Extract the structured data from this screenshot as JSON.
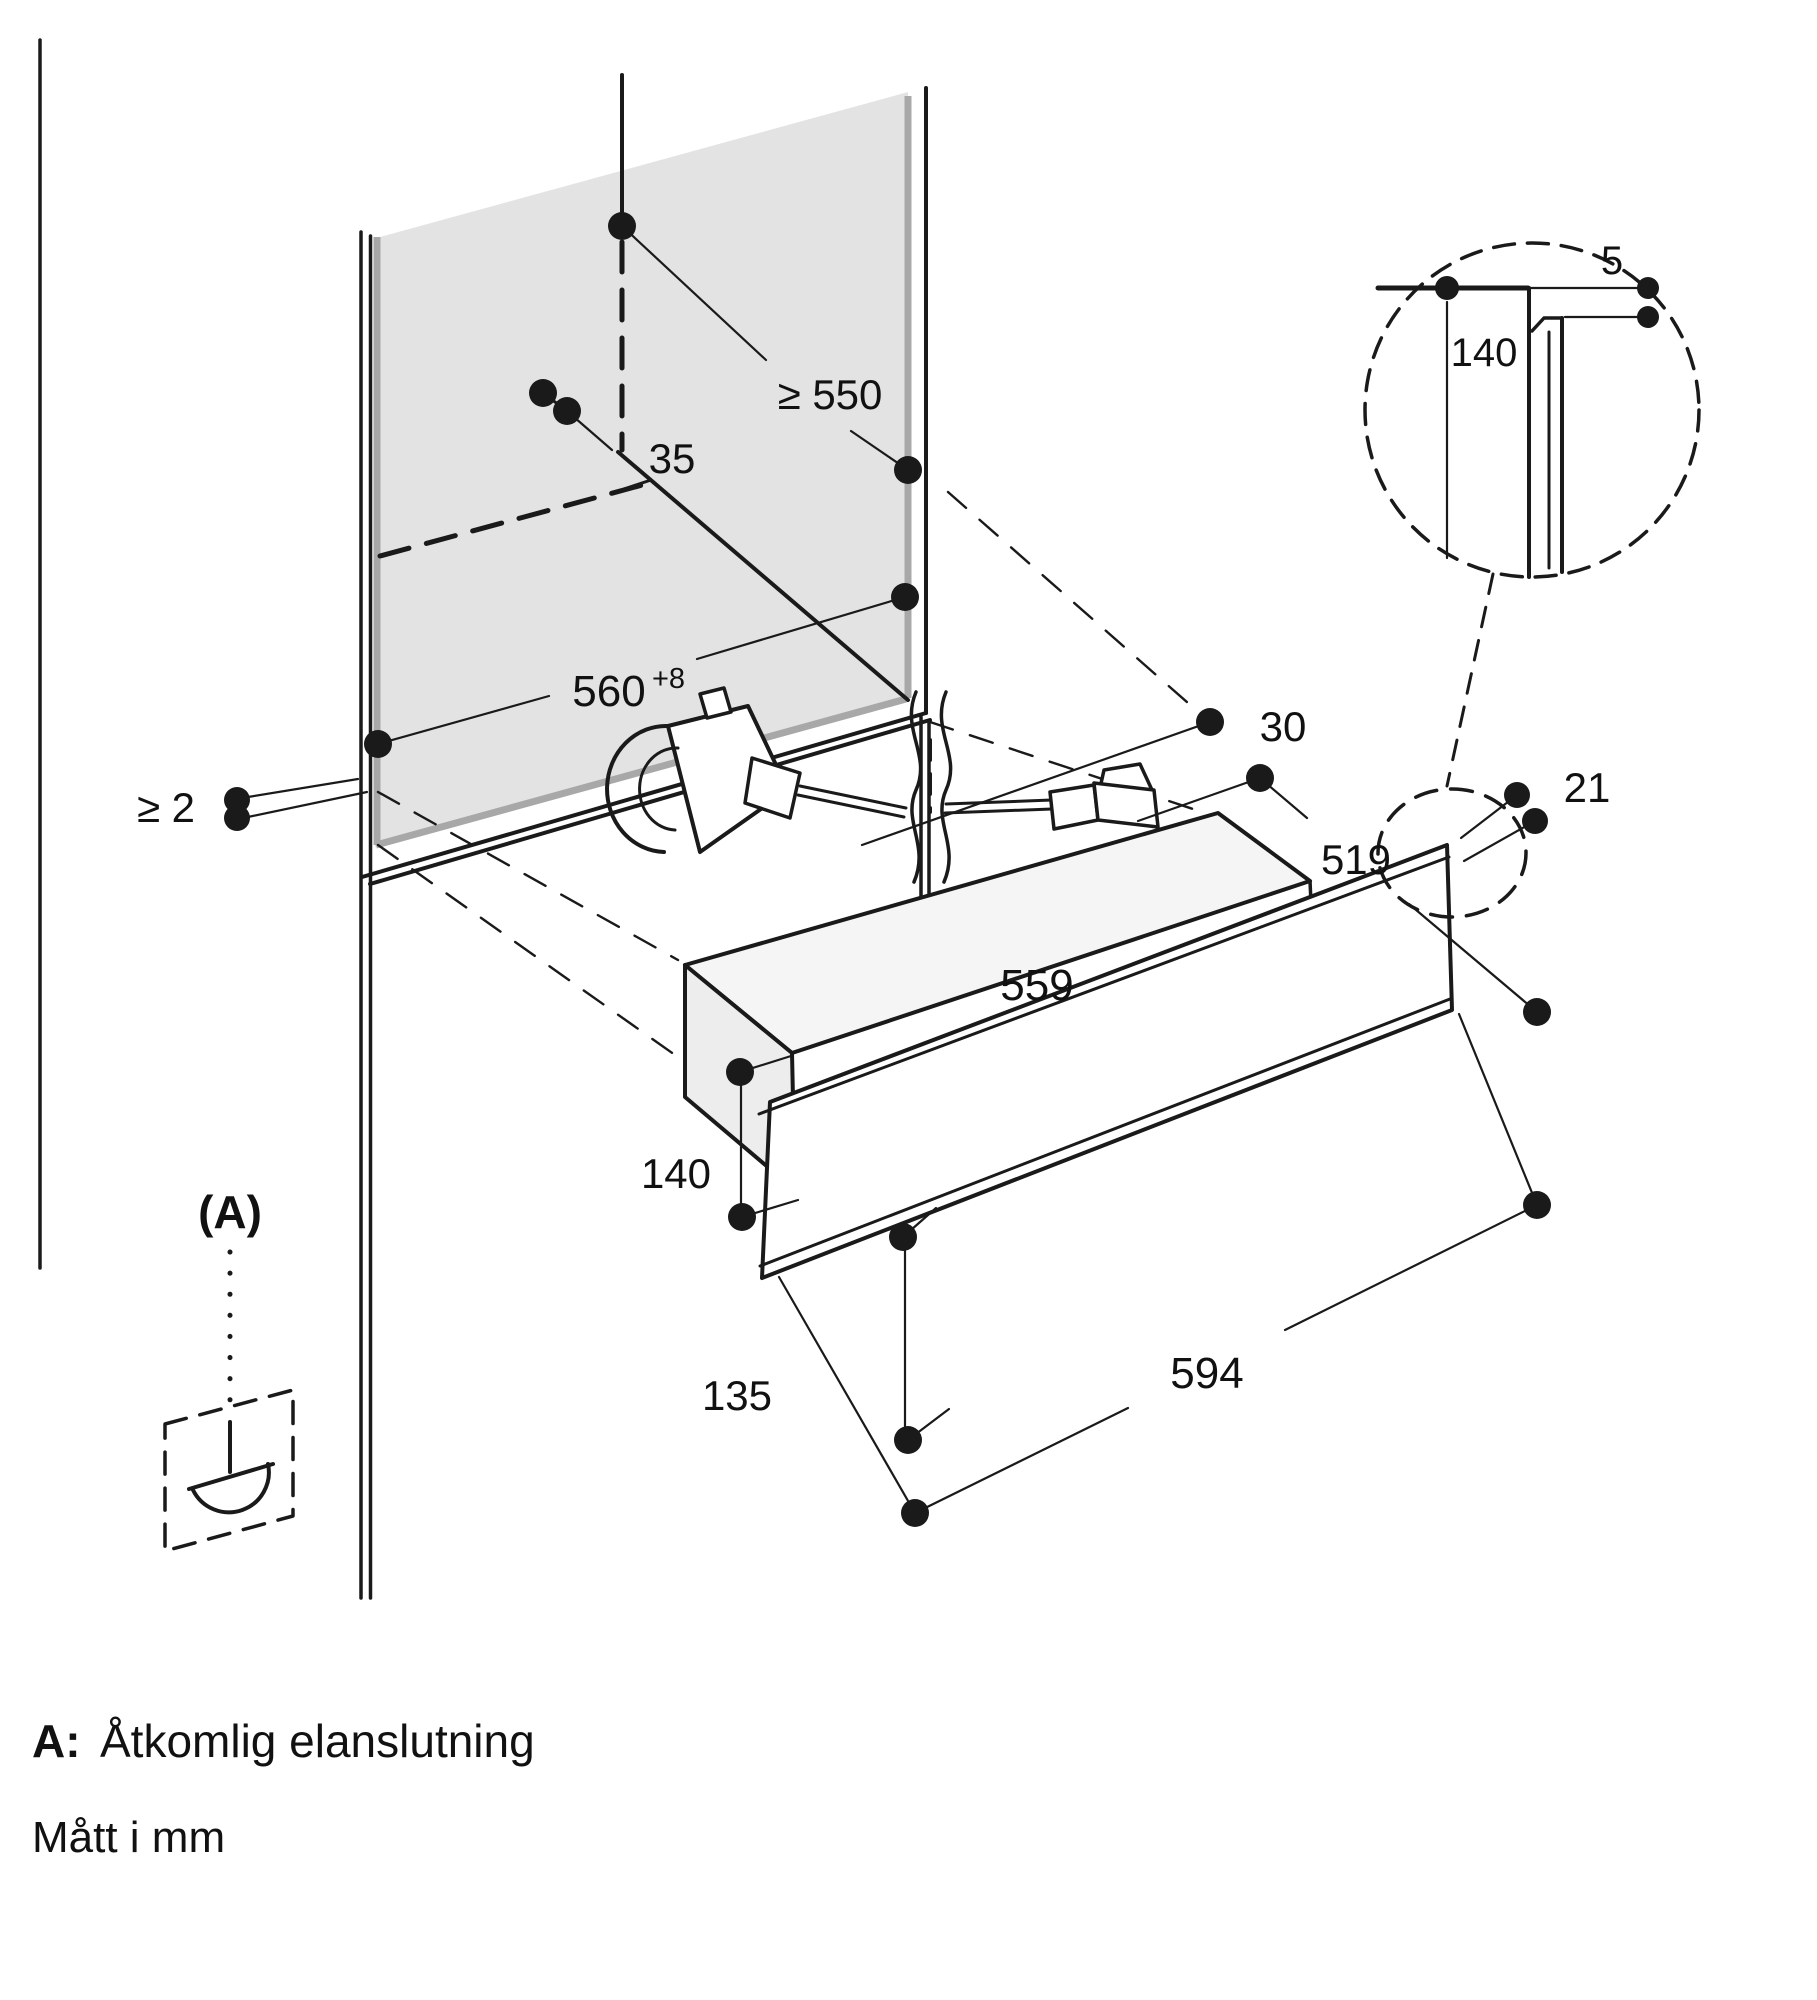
{
  "legend": {
    "callout": "(A)",
    "key": "A:",
    "description": "Åtkomlig elanslutning",
    "units_note": "Mått i mm"
  },
  "dimensions": {
    "niche_depth_min": "≥ 550",
    "rear_clearance": "35",
    "niche_width": "560",
    "niche_width_tolerance": "+8",
    "side_gap_min": "≥ 2",
    "connector_offset": "30",
    "appliance_depth": "519",
    "appliance_width": "559",
    "appliance_height": "140",
    "front_panel_height": "135",
    "front_panel_width": "594",
    "front_overhang": "21",
    "detail_gap": "5",
    "detail_height": "140"
  },
  "colors": {
    "line": "#1a1a1a",
    "niche_fill": "#e3e3e3",
    "niche_edge": "#a8a8a8",
    "drawer_top_fill": "#f5f5f5",
    "drawer_side_fill": "#ededed",
    "background": "#ffffff"
  }
}
